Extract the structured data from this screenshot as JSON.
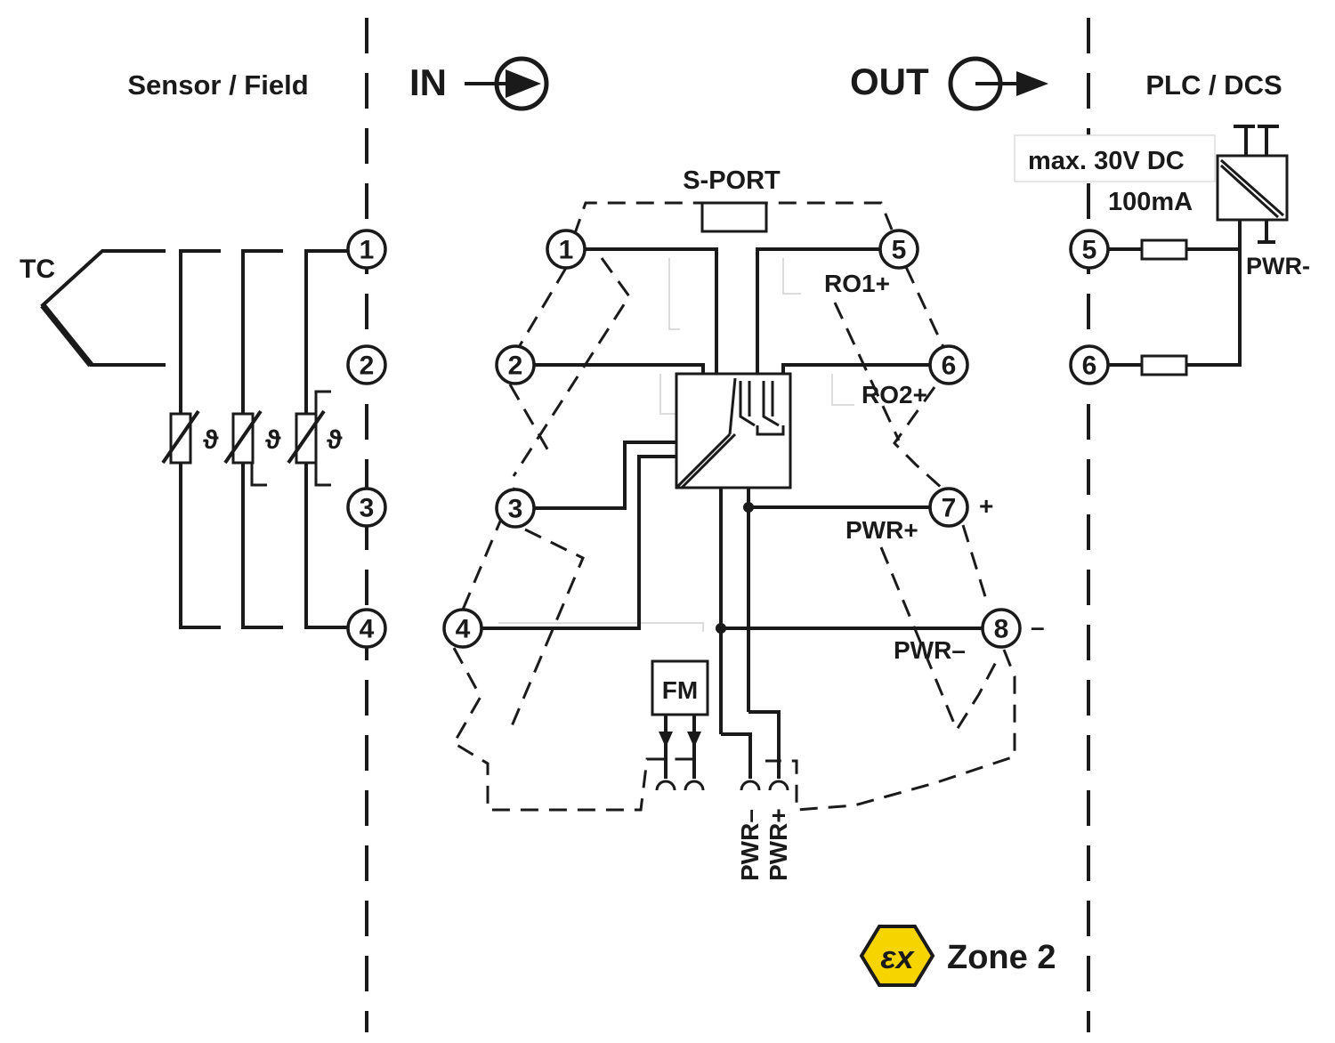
{
  "header": {
    "sensor_field": "Sensor / Field",
    "in_label": "IN",
    "out_label": "OUT",
    "plc_dcs": "PLC / DCS"
  },
  "sensor": {
    "tc_label": "TC",
    "rtd_symbol": "ϑ"
  },
  "field_terminals": [
    "1",
    "2",
    "3",
    "4"
  ],
  "module": {
    "s_port": "S-PORT",
    "input_terminals": [
      "1",
      "2",
      "3",
      "4"
    ],
    "output_terminals": [
      "5",
      "6",
      "7",
      "8"
    ],
    "ro1": "RO1+",
    "ro2": "RO2+",
    "pwr_plus": "PWR+",
    "pwr_minus": "PWR–",
    "plus_sign": "+",
    "minus_sign": "–",
    "fm": "FM",
    "bus_pwr_minus": "PWR–",
    "bus_pwr_plus": "PWR+"
  },
  "plc": {
    "terminals": [
      "5",
      "6"
    ],
    "max_voltage": "max. 30V DC",
    "max_current": "100mA",
    "pwr_minus": "PWR-"
  },
  "badge": {
    "ex_mark": "εx",
    "zone": "Zone 2",
    "color": "#f5d400"
  }
}
